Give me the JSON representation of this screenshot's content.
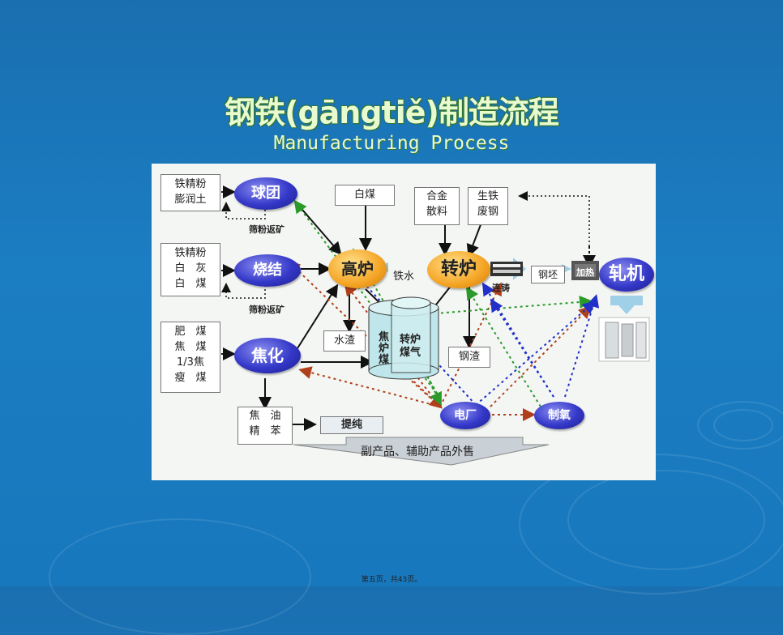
{
  "title_cn": "钢铁(gāngtiě)制造流程",
  "title_en": "Manufacturing Process",
  "raw_boxes": {
    "pellet_inputs": [
      "铁精粉",
      "膨润土"
    ],
    "sinter_inputs": [
      "铁精粉",
      "白　灰",
      "白　煤"
    ],
    "coking_inputs": [
      "肥　煤",
      "焦　煤",
      "1/3焦",
      "瘦　煤"
    ],
    "white_coal": "白煤",
    "alloy": [
      "合金",
      "散料"
    ],
    "pigiron_scrap": [
      "生铁",
      "废钢"
    ],
    "coal_tar": [
      "焦　油",
      "精　苯"
    ]
  },
  "ovals": {
    "pellet": "球团",
    "sinter": "烧结",
    "coking": "焦化",
    "blast_furnace": "高炉",
    "converter": "转炉",
    "rolling": "轧机",
    "power_plant": "电厂",
    "oxygen": "制氧"
  },
  "labels": {
    "screen_return_1": "筛粉返矿",
    "screen_return_2": "筛粉返矿",
    "molten_iron": "铁水",
    "continuous_casting": "连铸",
    "billet": "钢坯",
    "heating": "加热",
    "water_slag": "水渣",
    "steel_slag": "钢渣",
    "gas_tank_left": [
      "焦",
      "炉",
      "煤"
    ],
    "gas_tank_right": [
      "转炉",
      "煤气"
    ],
    "refine": "提纯",
    "byproducts": "副产品、辅助产品外售"
  },
  "footer": "第五页，共43页。"
}
